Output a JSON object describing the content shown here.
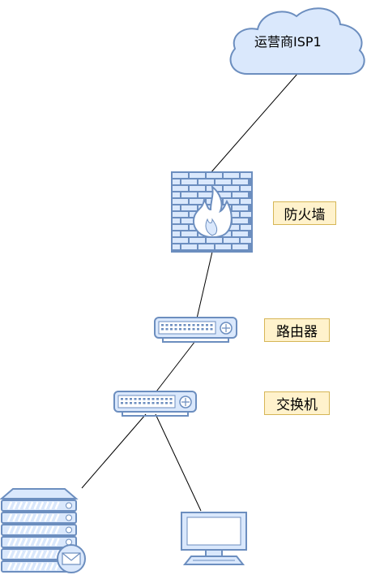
{
  "diagram": {
    "cloud": {
      "label": "运营商ISP1"
    },
    "firewall": {
      "label": "防火墙"
    },
    "router": {
      "label": "路由器"
    },
    "switch": {
      "label": "交换机"
    }
  },
  "colors": {
    "device_fill": "#dae8fc",
    "device_stroke": "#6c8ebf",
    "label_fill": "#fff2cc",
    "label_border": "#d6b656",
    "line": "#000000"
  }
}
